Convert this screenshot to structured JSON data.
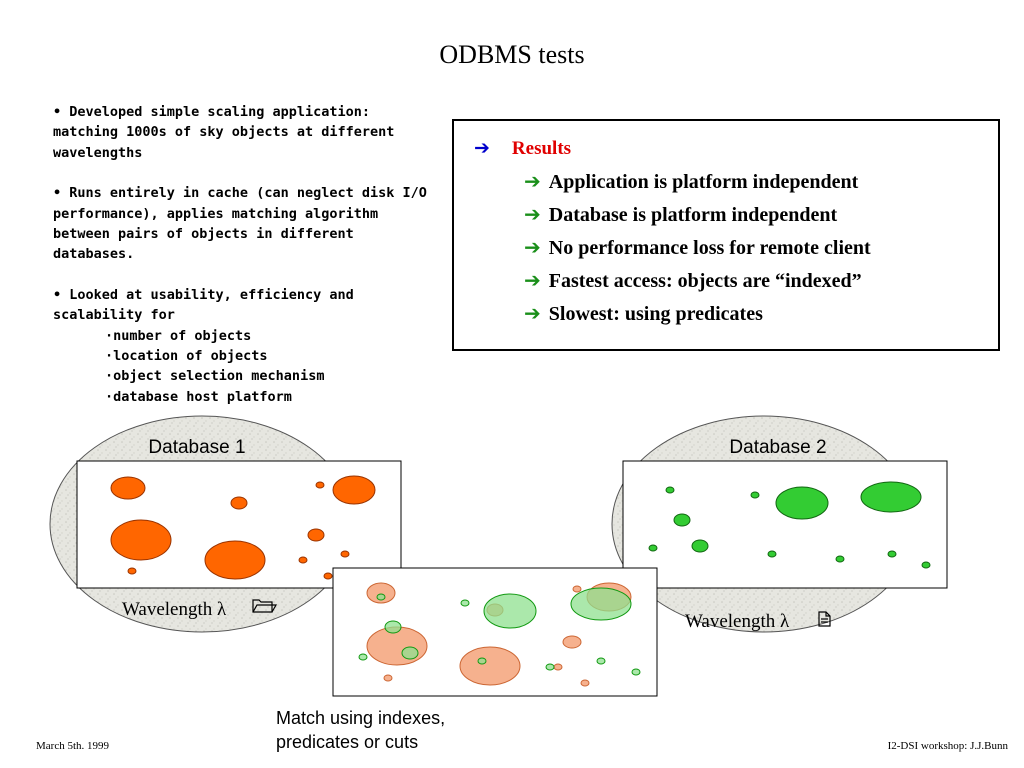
{
  "slide": {
    "title": "ODBMS tests",
    "bullets": [
      "• Developed simple scaling application: matching 1000s of sky objects at different wavelengths",
      "• Runs entirely in cache (can neglect disk I/O performance), applies matching algorithm between pairs of objects in different databases.",
      "• Looked at usability, efficiency and scalability for"
    ],
    "sub_bullets": [
      "·number of objects",
      "·location of objects",
      "·object selection mechanism",
      "·database host platform"
    ],
    "results": {
      "heading": "Results",
      "items": [
        "Application is platform independent",
        "Database is platform independent",
        "No performance loss for remote client",
        "Fastest access: objects are “indexed”",
        "Slowest: using predicates"
      ]
    },
    "diagram": {
      "db1_label": "Database 1",
      "db2_label": "Database 2",
      "wavelength1_label": "Wavelength λ",
      "wavelength2_label": "Wavelength  λ",
      "caption_line1": "Match using indexes,",
      "caption_line2": "predicates or cuts",
      "colors": {
        "orange": "#ff6600",
        "green": "#33cc33",
        "light_orange": "#f5a37a",
        "light_green": "#8fe08f"
      }
    },
    "footer": {
      "left": "March 5th. 1999",
      "right": "I2-DSI workshop: J.J.Bunn"
    }
  }
}
